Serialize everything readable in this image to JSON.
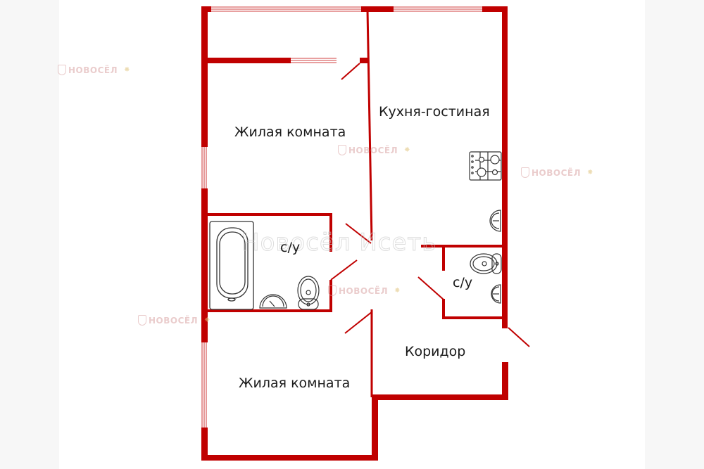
{
  "floorplan": {
    "rooms": [
      {
        "id": "bedroom-1",
        "label": "Жилая комната"
      },
      {
        "id": "kitchen-living",
        "label": "Кухня-гостиная"
      },
      {
        "id": "bathroom-1",
        "label": "с/у"
      },
      {
        "id": "bathroom-2",
        "label": "с/у"
      },
      {
        "id": "corridor",
        "label": "Коридор"
      },
      {
        "id": "bedroom-2",
        "label": "Жилая комната"
      }
    ],
    "fixtures": [
      "stove-icon",
      "sink-icon",
      "toilet-icon",
      "bathtub-icon"
    ],
    "wall_color": "#c00000"
  },
  "watermark": {
    "brand": "НОВОСЁЛ",
    "big_text": "Новосёл Исеть"
  }
}
